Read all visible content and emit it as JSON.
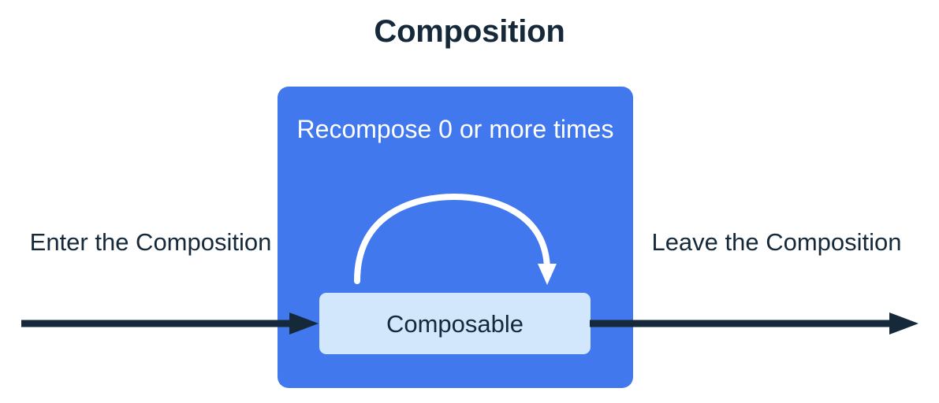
{
  "diagram": {
    "title": "Composition",
    "panel": {
      "name": "composition-panel",
      "color": "#4278ee",
      "recompose_label": "Recompose 0 or more times",
      "inner_box": {
        "label": "Composable",
        "color": "#d2e7fb"
      },
      "recompose_arrow": {
        "name": "recompose-loop-arrow",
        "color": "#ffffff",
        "direction": "left-to-right-loop"
      }
    },
    "enter_label": "Enter the Composition",
    "leave_label": "Leave the Composition",
    "flow_arrows": [
      {
        "name": "enter-arrow",
        "label": "Enter the Composition",
        "color": "#16293a",
        "direction": "right"
      },
      {
        "name": "leave-arrow",
        "label": "Leave the Composition",
        "color": "#16293a",
        "direction": "right"
      }
    ],
    "colors": {
      "background": "#ffffff",
      "panel_blue": "#4278ee",
      "inner_light_blue": "#d2e7fb",
      "text_dark": "#16293a",
      "text_light": "#ffffff",
      "arrow_dark": "#16293a",
      "arrow_light": "#ffffff"
    }
  }
}
